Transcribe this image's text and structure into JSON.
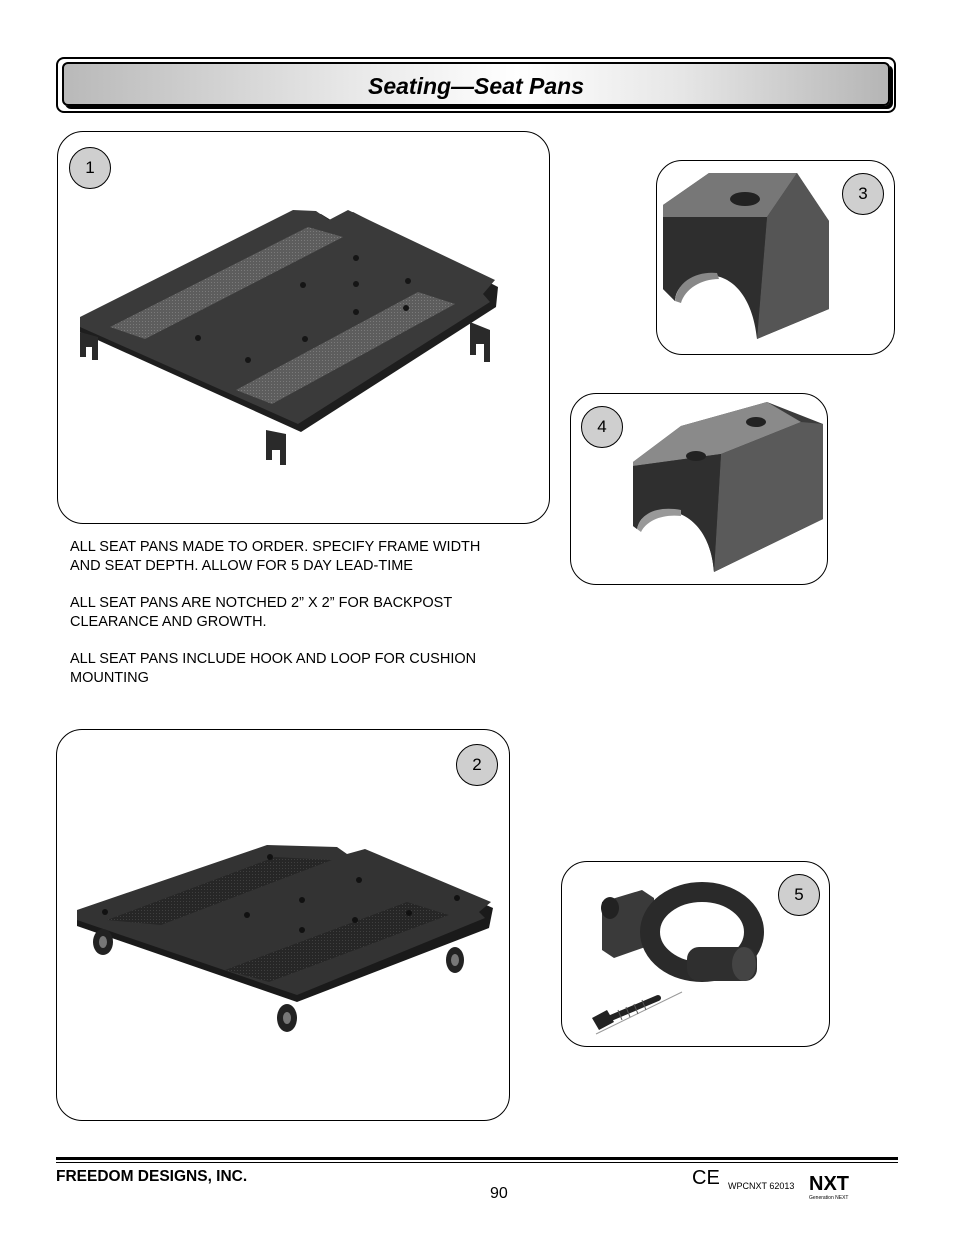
{
  "header": {
    "title": "Seating—Seat Pans"
  },
  "figures": [
    {
      "callout": "1"
    },
    {
      "callout": "2"
    },
    {
      "callout": "3"
    },
    {
      "callout": "4"
    },
    {
      "callout": "5"
    }
  ],
  "notes": [
    "ALL SEAT PANS MADE TO ORDER.  SPECIFY FRAME WIDTH AND SEAT DEPTH.  ALLOW FOR 5 DAY LEAD-TIME",
    "ALL SEAT PANS ARE NOTCHED 2” X 2” FOR BACKPOST CLEARANCE AND GROWTH.",
    "ALL SEAT PANS INCLUDE HOOK AND LOOP FOR CUSHION MOUNTING"
  ],
  "footer": {
    "company": "FREEDOM DESIGNS, INC.",
    "page_number": "90",
    "doc_code": "WPCNXT 62013",
    "ce_mark": "CE",
    "logo": {
      "text": "NXT",
      "subtext": "Generation NEXT"
    }
  },
  "icons": [
    "ce-mark-icon",
    "nxt-logo-icon"
  ],
  "colors": {
    "frame_border": "#000000",
    "callout_fill": "#cfcfcf",
    "part_fill": "#3a3a3a",
    "velcro_fill": "#5a5a5a"
  }
}
